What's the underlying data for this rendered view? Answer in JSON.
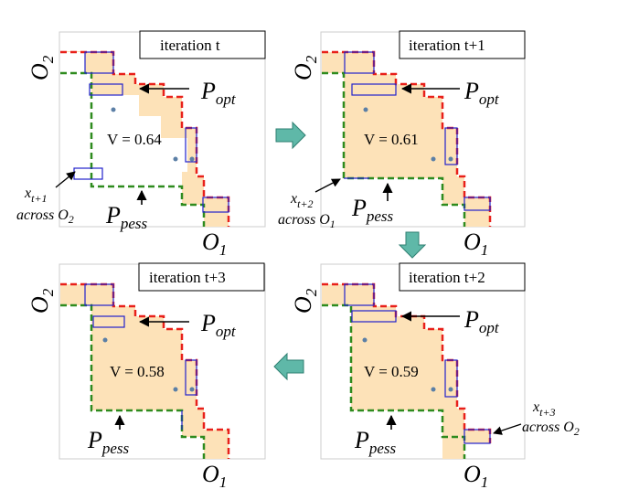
{
  "colors": {
    "fill": "#fde2b8",
    "optimistic": "#e8201a",
    "pessimistic": "#2e8b1e",
    "box": "#2222cc",
    "dot": "#5b7fa6",
    "arrow": "#5fb8a8",
    "frame": "#cccccc"
  },
  "panels": [
    {
      "id": "t",
      "title": "iteration t",
      "value_text": "V = 0.64",
      "o1": "O",
      "o1_sub": "1",
      "o2": "O",
      "o2_sub": "2",
      "p_opt": "P",
      "p_opt_sub": "opt",
      "p_pess": "P",
      "p_pess_sub": "pess"
    },
    {
      "id": "t1",
      "title": "iteration t+1",
      "value_text": "V = 0.61",
      "o1": "O",
      "o1_sub": "1",
      "o2": "O",
      "o2_sub": "2",
      "p_opt": "P",
      "p_opt_sub": "opt",
      "p_pess": "P",
      "p_pess_sub": "pess"
    },
    {
      "id": "t3",
      "title": "iteration t+3",
      "value_text": "V = 0.58",
      "o1": "O",
      "o1_sub": "1",
      "o2": "O",
      "o2_sub": "2",
      "p_opt": "P",
      "p_opt_sub": "opt",
      "p_pess": "P",
      "p_pess_sub": "pess"
    },
    {
      "id": "t2",
      "title": "iteration t+2",
      "value_text": "V = 0.59",
      "o1": "O",
      "o1_sub": "1",
      "o2": "O",
      "o2_sub": "2",
      "p_opt": "P",
      "p_opt_sub": "opt",
      "p_pess": "P",
      "p_pess_sub": "pess"
    }
  ],
  "annotations": {
    "a1": {
      "x": "x",
      "sub": "t+1",
      "across": "across O",
      "across_sub": "2"
    },
    "a2": {
      "x": "x",
      "sub": "t+2",
      "across": "across O",
      "across_sub": "1"
    },
    "a3": {
      "x": "x",
      "sub": "t+3",
      "across": "across O",
      "across_sub": "2"
    }
  }
}
